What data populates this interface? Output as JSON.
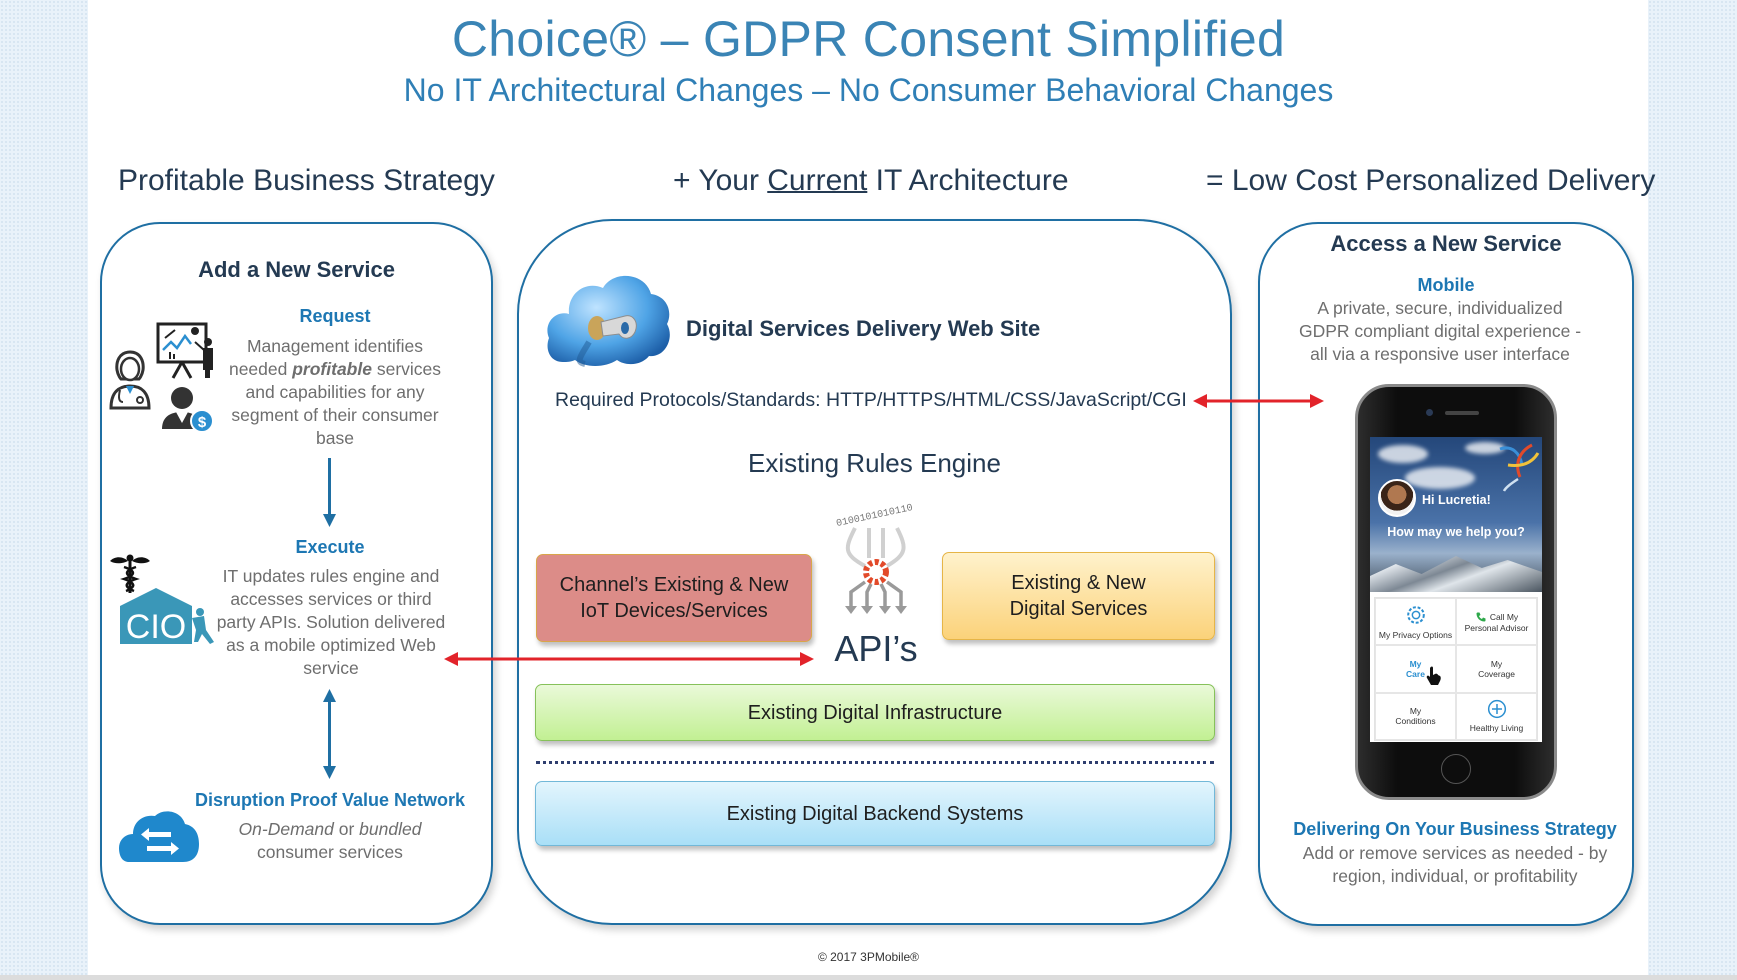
{
  "header": {
    "title": "Choice® – GDPR Consent Simplified",
    "subtitle": "No IT Architectural Changes  – No Consumer Behavioral Changes"
  },
  "sections": {
    "left_heading": "Profitable Business Strategy",
    "center_heading_prefix": "+ Your ",
    "center_heading_underlined": "Current",
    "center_heading_suffix": " IT Architecture",
    "right_heading": "= Low Cost Personalized Delivery"
  },
  "left_panel": {
    "title": "Add a New Service",
    "request": {
      "title": "Request",
      "text_before": "Management identifies needed ",
      "text_emphasis": "profitable",
      "text_after": " services and capabilities for any segment of their consumer base"
    },
    "execute": {
      "title": "Execute",
      "text": "IT updates rules engine and accesses services or third party APIs. Solution delivered as a mobile optimized Web service",
      "cio_label": "CIO"
    },
    "network": {
      "title": "Disruption Proof Value Network",
      "italic1": "On-Demand",
      "middle": " or ",
      "italic2": "bundled",
      "text_after": "consumer services"
    }
  },
  "center_panel": {
    "site_title": "Digital Services Delivery Web Site",
    "protocols": "Required Protocols/Standards: HTTP/HTTPS/HTML/CSS/JavaScript/CGI",
    "rules_engine": "Existing Rules Engine",
    "binary_text": "0100101010110",
    "apis_label": "API’s",
    "box_channel_line1": "Channel’s Existing & New",
    "box_channel_line2": "IoT Devices/Services",
    "box_digital_line1": "Existing & New",
    "box_digital_line2": "Digital Services",
    "box_infrastructure": "Existing Digital Infrastructure",
    "box_backend": "Existing Digital Backend Systems"
  },
  "right_panel": {
    "title": "Access a New Service",
    "mobile_title": "Mobile",
    "mobile_text": "A private, secure, individualized GDPR compliant digital experience - all via a responsive user interface",
    "phone": {
      "greeting": "Hi Lucretia!",
      "prompt": "How may we help you?",
      "tiles": [
        {
          "line1": "My Privacy Options",
          "line2": "",
          "icon": "gear-icon",
          "active": false
        },
        {
          "line1": "Call My",
          "line2": "Personal Advisor",
          "icon": "phone-icon",
          "active": false
        },
        {
          "line1": "My",
          "line2": "Care",
          "icon": "",
          "active": true
        },
        {
          "line1": "My",
          "line2": "Coverage",
          "icon": "",
          "active": false
        },
        {
          "line1": "My",
          "line2": "Conditions",
          "icon": "",
          "active": false
        },
        {
          "line1": "Healthy Living",
          "line2": "",
          "icon": "plus-circle-icon",
          "active": false
        }
      ]
    },
    "delivering_title": "Delivering On Your Business Strategy",
    "delivering_text": "Add or remove services as needed - by region, individual, or profitability"
  },
  "footer": {
    "copyright": "© 2017 3PMobile®"
  },
  "colors": {
    "title_blue": "#3a84b5",
    "accent_blue": "#1d77b3",
    "panel_border": "#1f6fa3",
    "arrow_red": "#e2232a",
    "heading_dark": "#243a52",
    "body_gray": "#6e6e6e"
  }
}
